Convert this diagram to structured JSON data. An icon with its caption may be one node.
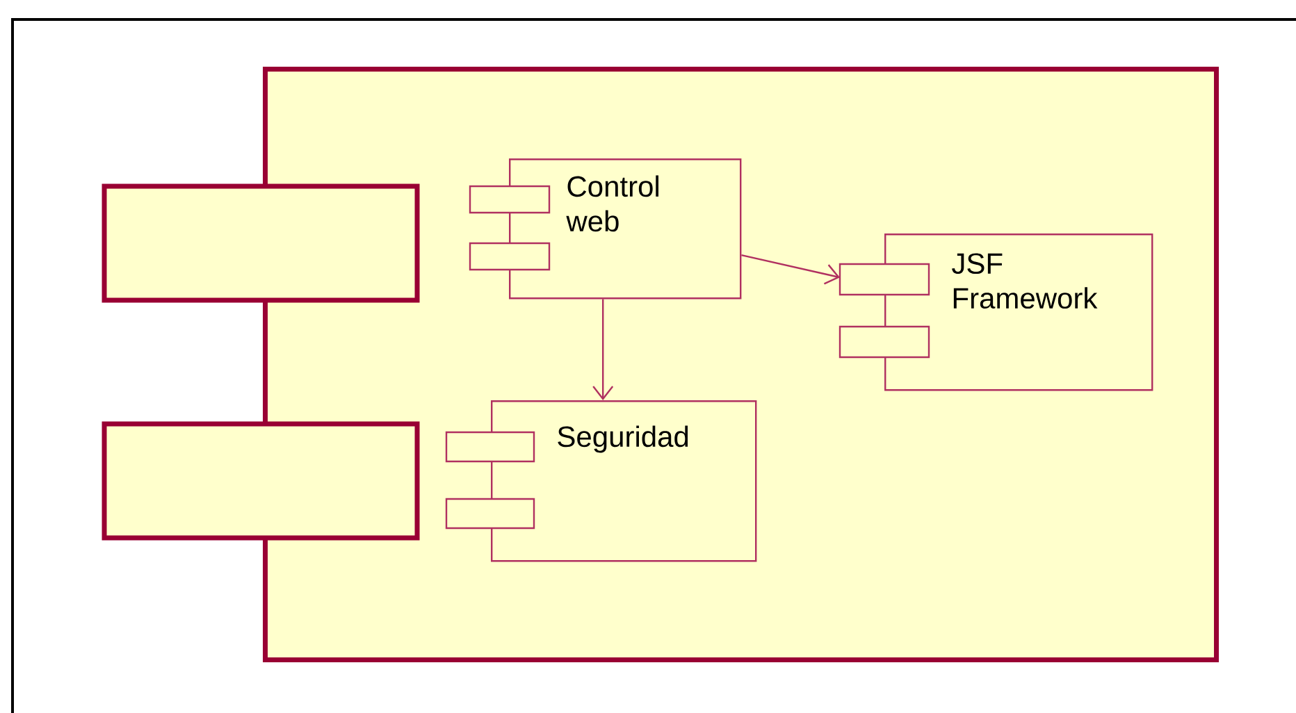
{
  "diagram": {
    "nodes": [
      {
        "text": [],
        "shape": "box"
      },
      {
        "text": [
          "Control web"
        ],
        "in": 0
      },
      {
        "text": [
          "JSF Framework"
        ],
        "in": 0
      },
      {
        "text": [
          "Seguridad"
        ],
        "in": 0
      }
    ],
    "edges": [
      {
        "from": 1,
        "to": 2,
        "arrow": "to"
      },
      {
        "from": 1,
        "to": 3,
        "arrow": "to"
      }
    ]
  }
}
